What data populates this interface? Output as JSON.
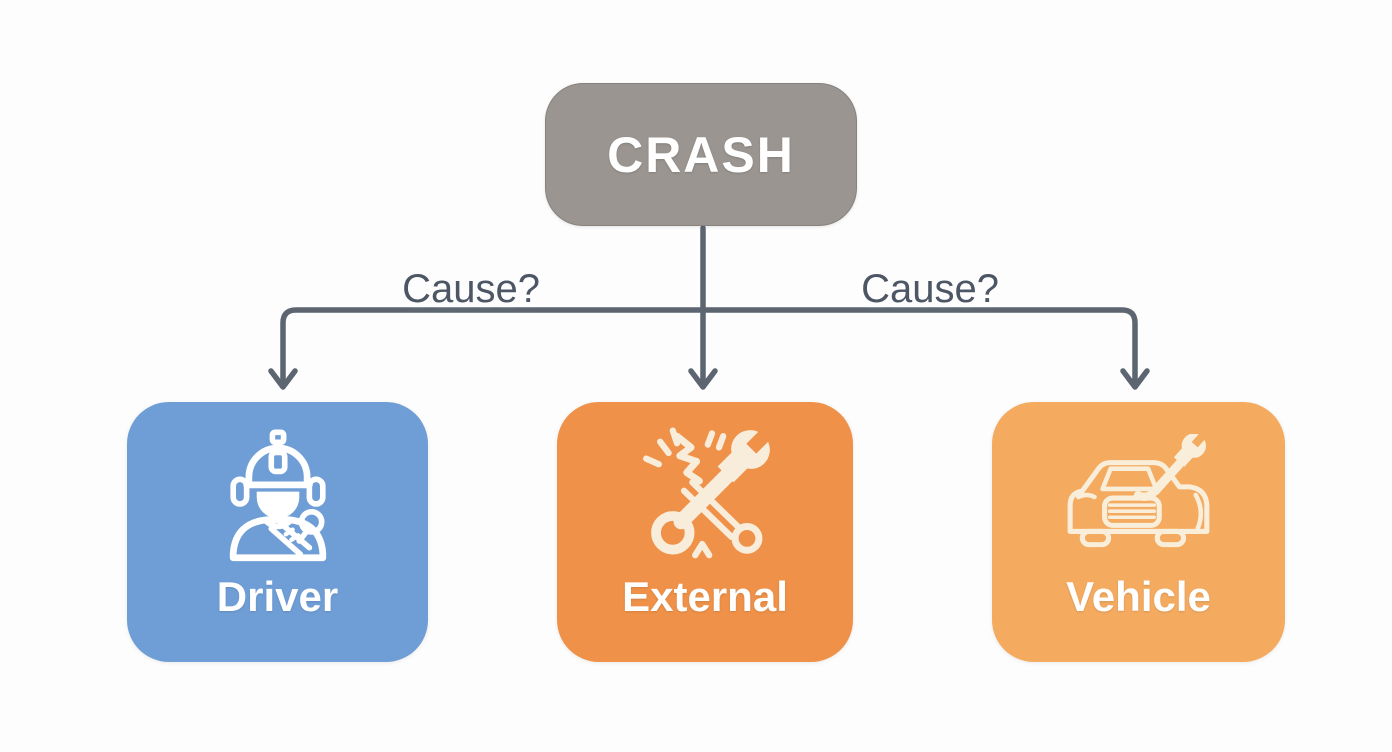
{
  "diagram": {
    "type": "flowchart",
    "root": {
      "label": "CRASH",
      "fill": "#9a9590",
      "text_color": "#ffffff"
    },
    "edges": [
      {
        "from": "CRASH",
        "to": "Driver",
        "label": "Cause?"
      },
      {
        "from": "CRASH",
        "to": "External",
        "label": ""
      },
      {
        "from": "CRASH",
        "to": "Vehicle",
        "label": "Cause?"
      }
    ],
    "children": [
      {
        "label": "Driver",
        "icon": "driver-seatbelt-icon",
        "fill": "#6f9ed6",
        "icon_color": "#ffffff"
      },
      {
        "label": "External",
        "icon": "crossed-wrenches-icon",
        "fill": "#ef9148",
        "icon_color": "#f8ecdb"
      },
      {
        "label": "Vehicle",
        "icon": "car-wrench-icon",
        "fill": "#f4ab60",
        "icon_color": "#f9eed9"
      }
    ],
    "colors": {
      "background": "#fdfdfd",
      "connector": "#5c6570",
      "edge_label_text": "#4d5665",
      "node_text": "#ffffff"
    }
  }
}
